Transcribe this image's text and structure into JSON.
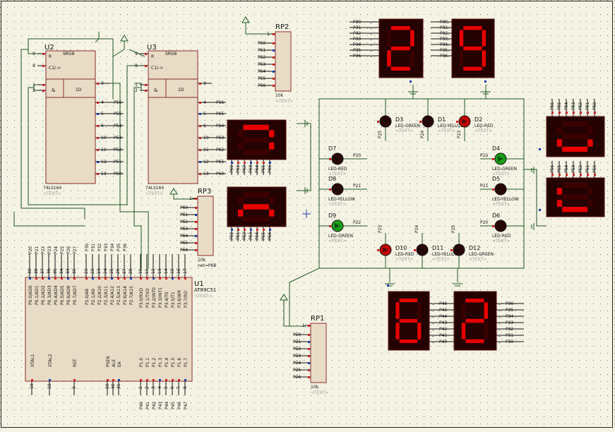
{
  "colors": {
    "background": "#f5f3e4",
    "component_fill": "#e9dcc6",
    "component_border": "#8a2b2b",
    "wire": "#1d5a24",
    "segment_on": "#e80000",
    "segment_off": "#3a0000",
    "display_body": "#240202",
    "led_red": "#c40000",
    "led_green": "#18a018",
    "led_off": "#2a0505"
  },
  "mcu": {
    "ref": "U1",
    "part": "AT89C51",
    "text_hidden": "<TEXT>",
    "p0_pins": [
      "P0.0/AD0",
      "P0.1/AD1",
      "P0.2/AD2",
      "P0.3/AD3",
      "P0.4/AD4",
      "P0.5/AD5",
      "P0.6/AD6",
      "P0.7/AD7"
    ],
    "p0_nets": [
      "P20",
      "P21",
      "P22",
      "P23",
      "P24",
      "P25",
      "P26",
      "P27"
    ],
    "p2_pins": [
      "P2.0/A8",
      "P2.1/A9",
      "P2.2/A10",
      "P2.3/A11",
      "P2.4/A12",
      "P2.5/A13",
      "P2.6/A14",
      "P2.7/A15"
    ],
    "p2_nets": [
      "P30",
      "P31",
      "P32",
      "P33",
      "P34",
      "P35",
      "P36"
    ],
    "p3_pins": [
      "P3.0/RXD",
      "P3.1/TXD",
      "P3.2/INT0",
      "P3.3/INT1",
      "P3.4/T0",
      "P3.5/T1",
      "P3.6/WR",
      "P3.7/RD"
    ],
    "p1_pins": [
      "P1.0",
      "P1.1",
      "P1.2",
      "P1.3",
      "P1.4",
      "P1.5",
      "P1.6",
      "P1.7"
    ],
    "p1_nets": [
      "P40",
      "P41",
      "P42",
      "P43",
      "P44",
      "P45",
      "P46",
      "P47"
    ],
    "bottom_pins": [
      "XTAL1",
      "XTAL2",
      "RST",
      "PSEN",
      "ALE",
      "EA"
    ],
    "top_pin_numbers": [
      "39",
      "38",
      "37",
      "36",
      "35",
      "34",
      "33",
      "32",
      "21",
      "22",
      "23",
      "24",
      "25",
      "26",
      "27",
      "28",
      "10",
      "11",
      "12",
      "13",
      "14",
      "15",
      "16",
      "17"
    ],
    "bottom_pin_numbers": [
      "19",
      "18",
      "9",
      "29",
      "30",
      "31",
      "1",
      "2",
      "3",
      "4",
      "5",
      "6",
      "7",
      "8"
    ]
  },
  "shift_registers": [
    {
      "ref": "U2",
      "part": "74LS164",
      "text_hidden": "<TEXT>",
      "title": "SRG8",
      "r_label": "R",
      "clk_label": "C1/->",
      "and_label": "&",
      "d_label": "1D",
      "left_pins": [
        "9",
        "8",
        "1",
        "2"
      ],
      "right_pins": [
        "3",
        "4",
        "5",
        "6",
        "10",
        "11",
        "12",
        "13"
      ],
      "outputs": [
        "P56",
        "P55",
        "P54",
        "P53",
        "P52",
        "P51",
        "P50"
      ]
    },
    {
      "ref": "U3",
      "part": "74LS164",
      "text_hidden": "<TEXT>",
      "title": "SRG8",
      "r_label": "R",
      "clk_label": "C1/->",
      "and_label": "&",
      "d_label": "1D",
      "left_pins": [
        "9",
        "8",
        "1",
        "2"
      ],
      "right_pins": [
        "3",
        "4",
        "5",
        "6",
        "10",
        "11",
        "12",
        "13"
      ],
      "outputs": [
        "P66",
        "P65",
        "P64",
        "P63",
        "P62",
        "P61",
        "P60"
      ]
    }
  ],
  "resistor_packs": [
    {
      "ref": "RP2",
      "value": "10k",
      "text_hidden": "<TEXT>",
      "pin1": "1",
      "pins": [
        "P50",
        "P51",
        "P52",
        "P53",
        "P54",
        "P55",
        "P56"
      ]
    },
    {
      "ref": "RP3",
      "value": "10k",
      "extra": "net=P6B",
      "pin1": "1",
      "pins": [
        "P60",
        "P61",
        "P62",
        "P63",
        "P64",
        "P65",
        "P66"
      ]
    },
    {
      "ref": "RP1",
      "value": "10k",
      "text_hidden": "<TEXT>",
      "pin1": "1",
      "pins": [
        "P20",
        "P21",
        "P22",
        "P23",
        "P24",
        "P25",
        "P26"
      ]
    }
  ],
  "displays": {
    "top_pair": {
      "digits": [
        "2",
        "9"
      ],
      "nets_left": [
        "P30",
        "P31",
        "P32",
        "P33",
        "P34",
        "P35",
        "P36"
      ],
      "nets_right": [
        "P30",
        "P31",
        "P32",
        "P33",
        "P34",
        "P35",
        "P36"
      ]
    },
    "middle_pair": {
      "digits": [
        "7",
        "n"
      ],
      "nets_upper": [
        "P60",
        "P61",
        "P62",
        "P63",
        "P64",
        "P65",
        "P66"
      ],
      "nets_lower": [
        "P50",
        "P51",
        "P52",
        "P53",
        "P54",
        "P55",
        "P56"
      ]
    },
    "right_pair": {
      "digits": [
        "u",
        "L"
      ],
      "nets": [
        "P56",
        "P55",
        "P54",
        "P53",
        "P52",
        "P51",
        "P50"
      ]
    },
    "bottom_pair": {
      "digits": [
        "6",
        "2"
      ],
      "nets_left": [
        "P46",
        "P45",
        "P44",
        "P43",
        "P42",
        "P41",
        "P40"
      ],
      "nets_right": [
        "P36",
        "P35",
        "P34",
        "P33",
        "P32",
        "P31",
        "P30"
      ]
    }
  },
  "leds": [
    {
      "ref": "D3",
      "type": "LED-GREEN",
      "net": "P25",
      "state": "off",
      "text_hidden": "<TEXT>"
    },
    {
      "ref": "D1",
      "type": "LED-YELLOW",
      "net": "P24",
      "state": "off",
      "text_hidden": "<TEXT>"
    },
    {
      "ref": "D2",
      "type": "LED-RED",
      "net": "P23",
      "state": "red",
      "text_hidden": "<TEXT>"
    },
    {
      "ref": "D7",
      "type": "LED-RED",
      "net": "P20",
      "state": "off",
      "text_hidden": "<TEXT>"
    },
    {
      "ref": "D8",
      "type": "LED-YELLOW",
      "net": "P21",
      "state": "off",
      "text_hidden": "<TEXT>"
    },
    {
      "ref": "D9",
      "type": "LED-GREEN",
      "net": "P22",
      "state": "green",
      "text_hidden": "<TEXT>"
    },
    {
      "ref": "D4",
      "type": "LED-GREEN",
      "net": "P22",
      "state": "green",
      "text_hidden": "<TEXT>"
    },
    {
      "ref": "D5",
      "type": "LED-YELLOW",
      "net": "P21",
      "state": "off",
      "text_hidden": "<TEXT>"
    },
    {
      "ref": "D6",
      "type": "LED-RED",
      "net": "P20",
      "state": "off",
      "text_hidden": "<TEXT>"
    },
    {
      "ref": "D10",
      "type": "LED-RED",
      "net": "P23",
      "state": "red",
      "text_hidden": "<TEXT>"
    },
    {
      "ref": "D11",
      "type": "LED-YELLOW",
      "net": "P24",
      "state": "off",
      "text_hidden": "<TEXT>"
    },
    {
      "ref": "D12",
      "type": "LED-GREEN",
      "net": "P25",
      "state": "off",
      "text_hidden": "<TEXT>"
    }
  ]
}
